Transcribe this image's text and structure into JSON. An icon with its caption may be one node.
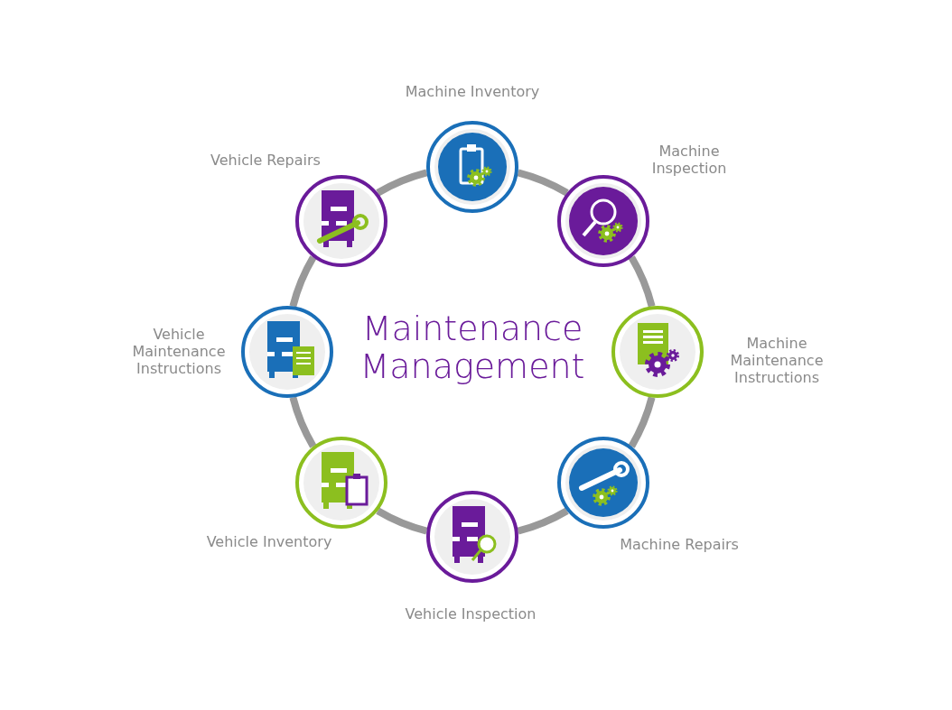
{
  "diagram": {
    "title": "Maintenance Management",
    "nodes": [
      {
        "text": [
          "Machine Inventory"
        ]
      },
      {
        "text": [
          "Machine Inspection"
        ]
      },
      {
        "text": [
          "Machine Maintenance Instructions"
        ]
      },
      {
        "text": [
          "Machine Repairs"
        ]
      },
      {
        "text": [
          "Vehicle Inspection"
        ]
      },
      {
        "text": [
          "Vehicle Inventory"
        ]
      },
      {
        "text": [
          "Vehicle Maintenance Instructions"
        ]
      },
      {
        "text": [
          "Vehicle Repairs"
        ]
      }
    ],
    "edges": [
      {
        "from": 0,
        "to": 1,
        "arrow": "none"
      },
      {
        "from": 1,
        "to": 2,
        "arrow": "none"
      },
      {
        "from": 2,
        "to": 3,
        "arrow": "none"
      },
      {
        "from": 3,
        "to": 4,
        "arrow": "none"
      },
      {
        "from": 4,
        "to": 5,
        "arrow": "none"
      },
      {
        "from": 5,
        "to": 6,
        "arrow": "none"
      },
      {
        "from": 6,
        "to": 7,
        "arrow": "none"
      },
      {
        "from": 7,
        "to": 0,
        "arrow": "none"
      }
    ]
  }
}
